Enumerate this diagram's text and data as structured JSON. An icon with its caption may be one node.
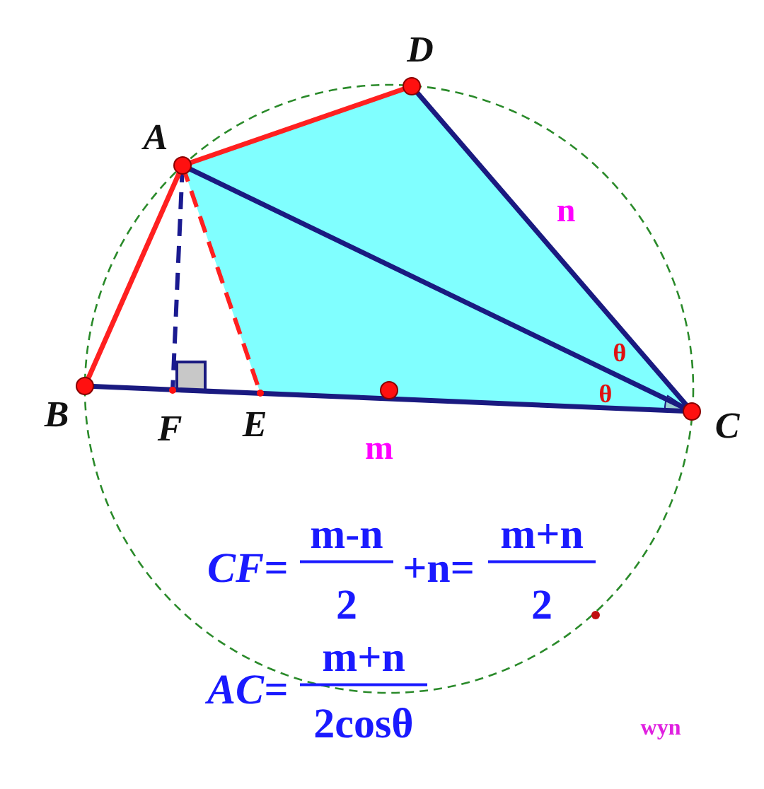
{
  "diagram": {
    "labels": [
      "D",
      "A",
      "n",
      "θ",
      "θ",
      "B",
      "F",
      "E",
      "C",
      "m",
      "CF=",
      "m-n",
      "2",
      "+n=",
      "m+n",
      "2",
      "AC=",
      "m+n",
      "2cosθ",
      "wyn"
    ]
  }
}
